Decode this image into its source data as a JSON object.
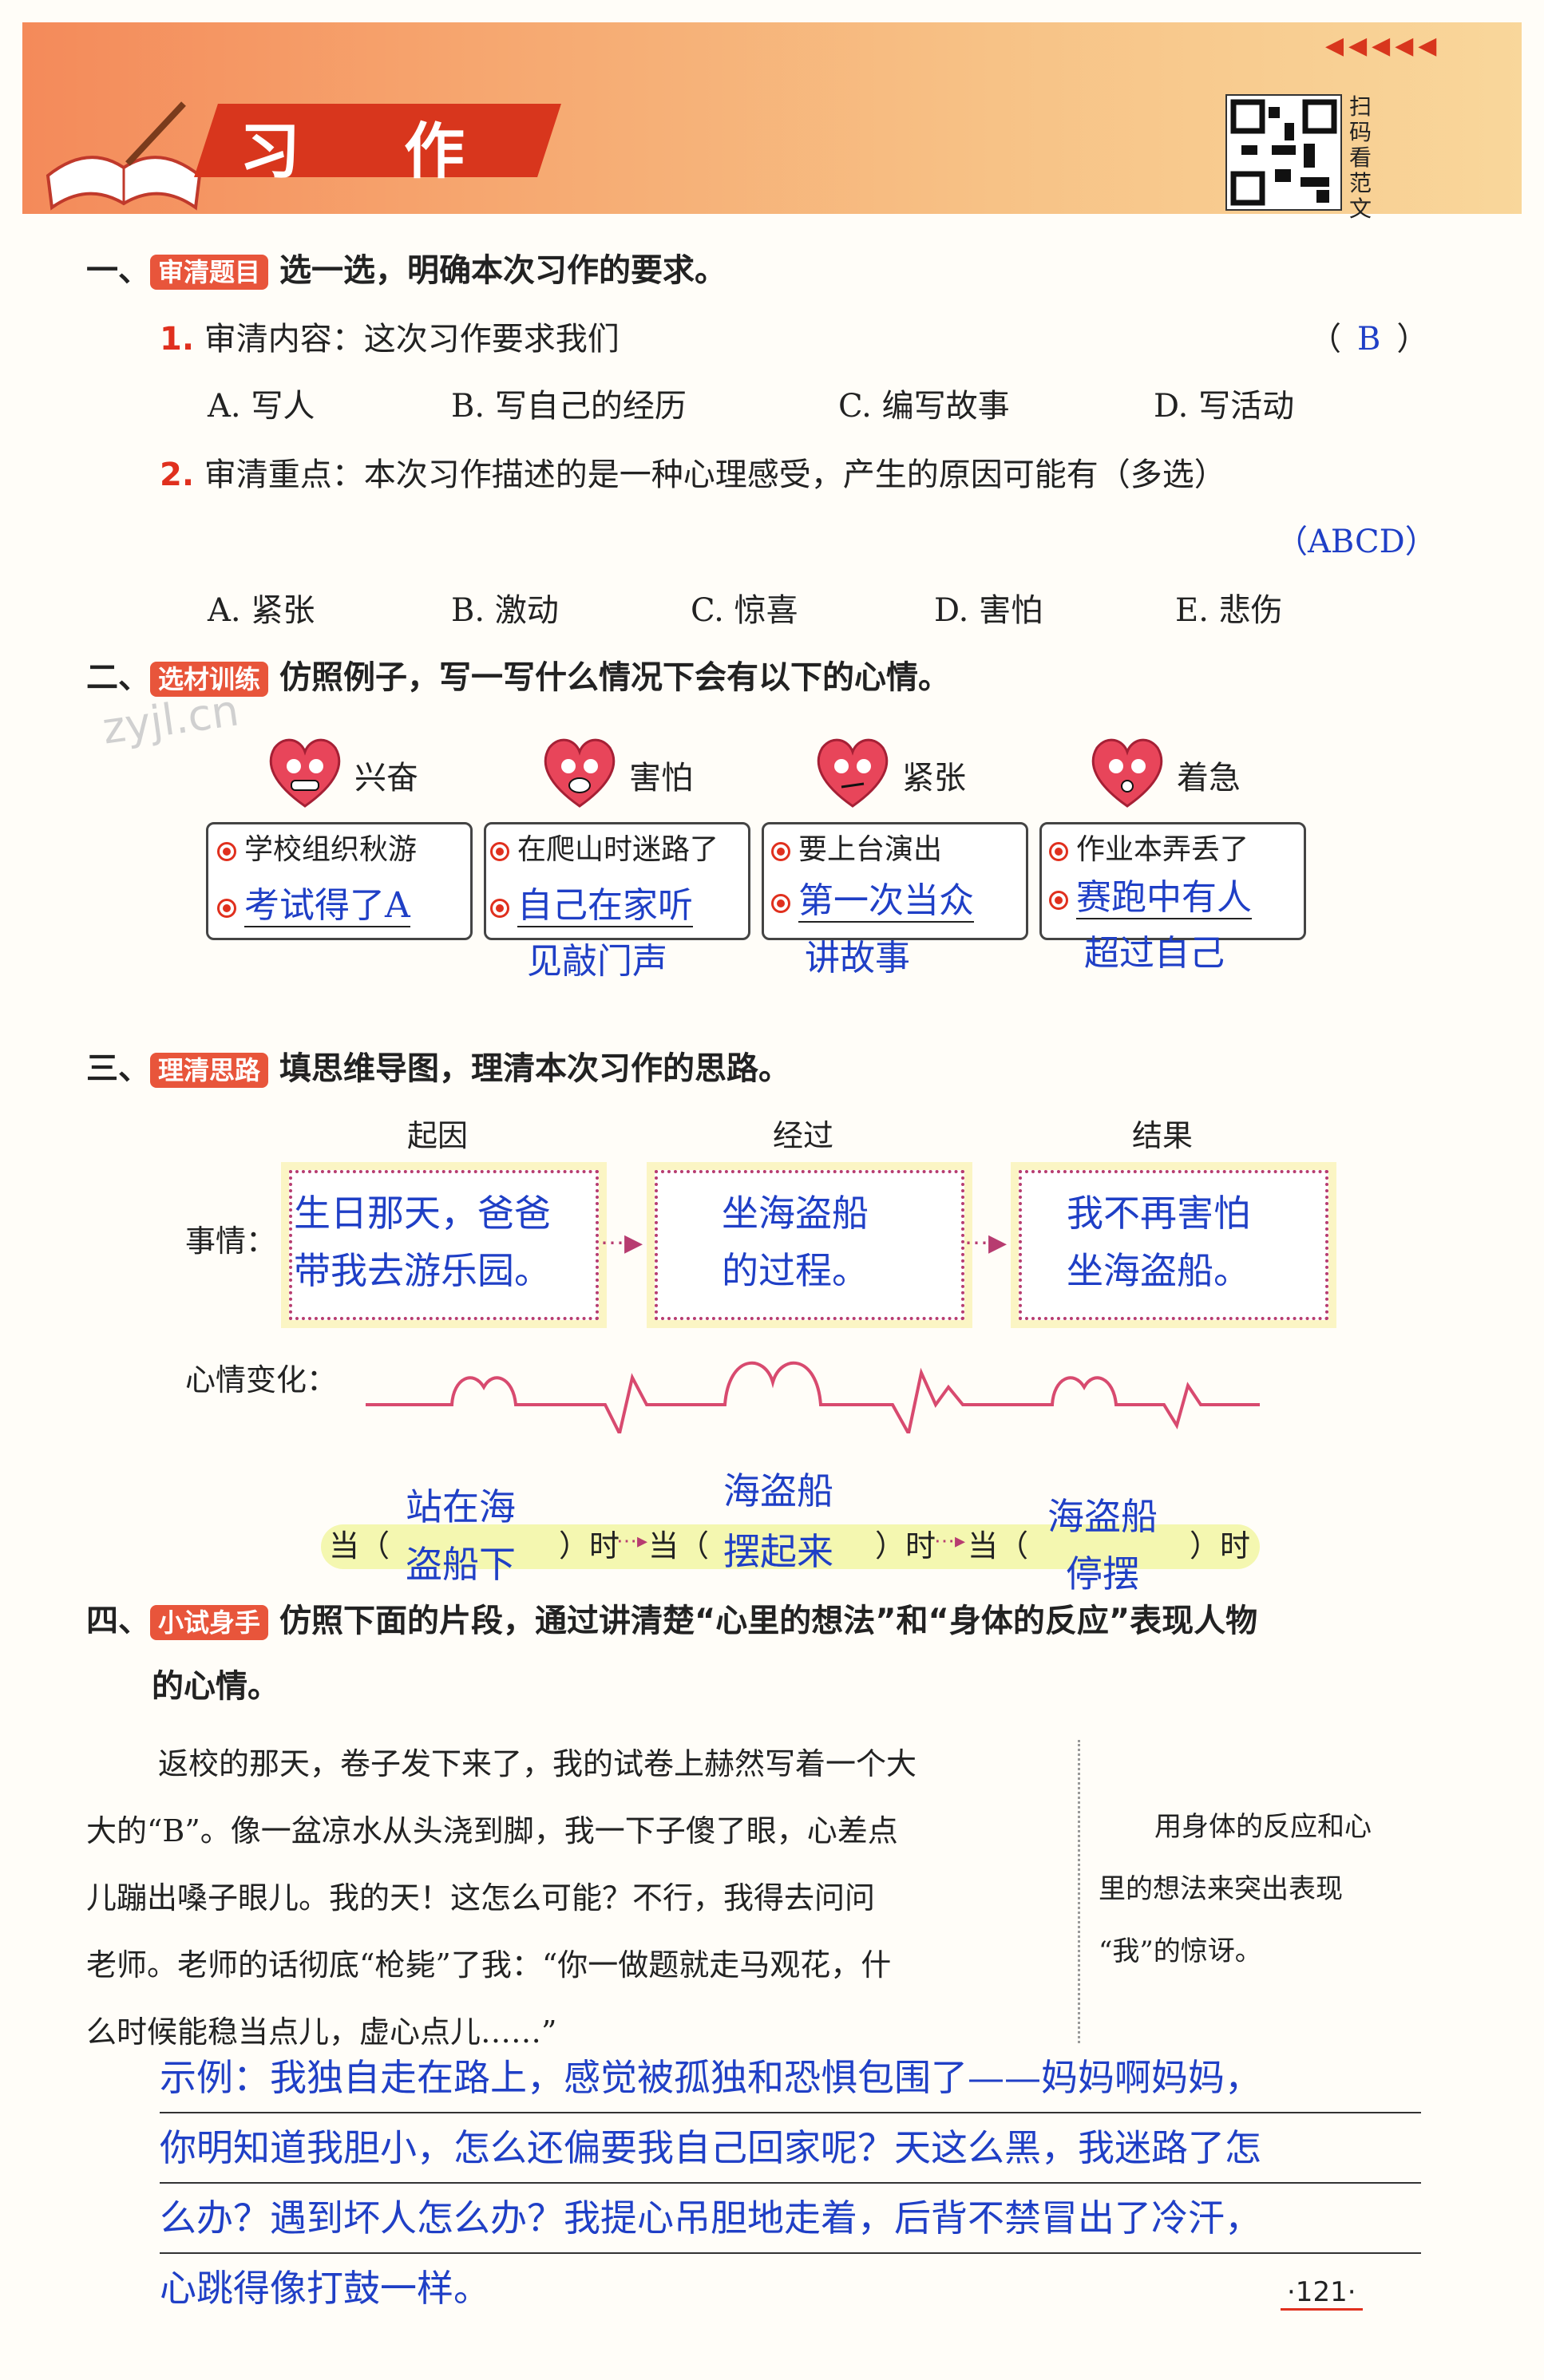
{
  "header": {
    "title": "习作",
    "qr_label": "扫码看范文"
  },
  "s1": {
    "num": "一、",
    "tag": "审清题目",
    "text": "选一选，明确本次习作的要求。",
    "q1": {
      "num": "1.",
      "text": "审清内容：这次习作要求我们",
      "answer_open": "（",
      "answer": "B",
      "answer_close": "）",
      "options": [
        "A.  写人",
        "B.  写自己的经历",
        "C.  编写故事",
        "D.  写活动"
      ]
    },
    "q2": {
      "num": "2.",
      "text": "审清重点：本次习作描述的是一种心理感受，产生的原因可能有（多选）",
      "answer": "（ABCD）",
      "options": [
        "A.  紧张",
        "B.  激动",
        "C.  惊喜",
        "D.  害怕",
        "E.  悲伤"
      ]
    }
  },
  "s2": {
    "num": "二、",
    "tag": "选材训练",
    "text": "仿照例子，写一写什么情况下会有以下的心情。",
    "watermark": "zyjl.cn",
    "cards": [
      {
        "mood": "兴奋",
        "example": "学校组织秋游",
        "answer1": "考试得了A",
        "answer2": ""
      },
      {
        "mood": "害怕",
        "example": "在爬山时迷路了",
        "answer1": "自己在家听",
        "answer2": "见敲门声"
      },
      {
        "mood": "紧张",
        "example": "要上台演出",
        "answer1": "第一次当众",
        "answer2": "讲故事"
      },
      {
        "mood": "着急",
        "example": "作业本弄丢了",
        "answer1": "赛跑中有人",
        "answer2": "超过自己"
      }
    ]
  },
  "s3": {
    "num": "三、",
    "tag": "理清思路",
    "text": "填思维导图，理清本次习作的思路。",
    "headers": [
      "起因",
      "经过",
      "结果"
    ],
    "row_label": "事情：",
    "mood_label": "心情变化：",
    "boxes": [
      [
        "生日那天，爸爸",
        "带我去游乐园。"
      ],
      [
        "坐海盗船",
        "的过程。"
      ],
      [
        "我不再害怕",
        "坐海盗船。"
      ]
    ],
    "when": [
      {
        "pre": "当（",
        "ans1": "站在海",
        "ans2": "盗船下",
        "post": "）时"
      },
      {
        "pre": "当（",
        "ans1": "海盗船",
        "ans2": "摆起来",
        "post": "）时"
      },
      {
        "pre": "当（",
        "ans1": "海盗船",
        "ans2": "停摆",
        "post": "）时"
      }
    ]
  },
  "s4": {
    "num": "四、",
    "tag": "小试身手",
    "text1": "仿照下面的片段，通过讲清楚“心里的想法”和“身体的反应”表现人物",
    "text2": "的心情。",
    "passage": [
      "返校的那天，卷子发下来了，我的试卷上赫然写着一个大",
      "大的“B”。像一盆凉水从头浇到脚，我一下子傻了眼，心差点",
      "儿蹦出嗓子眼儿。我的天！这怎么可能？不行，我得去问问",
      "老师。老师的话彻底“枪毙”了我：“你一做题就走马观花，什",
      "么时候能稳当点儿，虚心点儿……”"
    ],
    "note": [
      "用身体的反应和心",
      "里的想法来突出表现",
      "“我”的惊讶。"
    ],
    "answer": [
      "示例：我独自走在路上，感觉被孤独和恐惧包围了——妈妈啊妈妈，",
      "你明知道我胆小，怎么还偏要我自己回家呢？天这么黑，我迷路了怎",
      "么办？遇到坏人怎么办？我提心吊胆地走着，后背不禁冒出了冷汗，",
      "心跳得像打鼓一样。"
    ]
  },
  "footer": {
    "page": "·121·"
  }
}
